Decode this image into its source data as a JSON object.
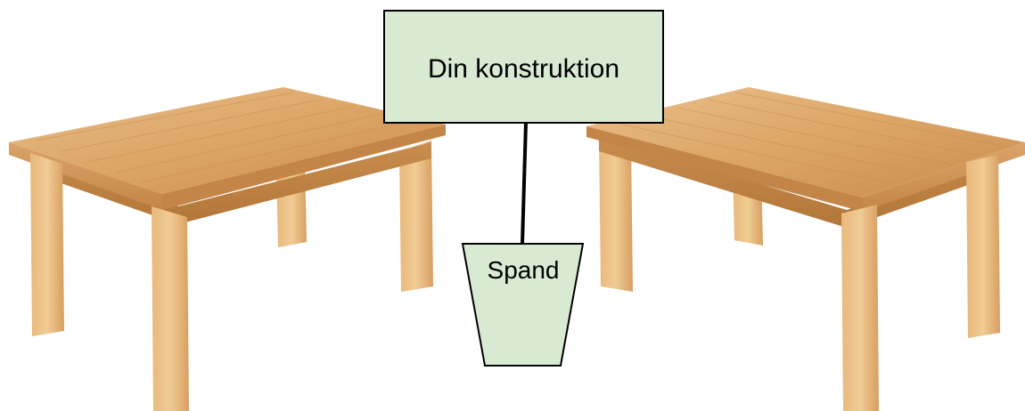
{
  "diagram": {
    "construction_box": {
      "label": "Din konstruktion",
      "fill": "#d9ead3",
      "stroke": "#000000"
    },
    "bucket": {
      "label": "Spand",
      "fill": "#d9ead3",
      "stroke": "#000000"
    },
    "rope": {
      "color": "#000000"
    },
    "tables": {
      "wood_light": "#e6b47a",
      "wood_mid": "#d39a5c",
      "wood_dark": "#b97c41",
      "count": 2
    }
  }
}
